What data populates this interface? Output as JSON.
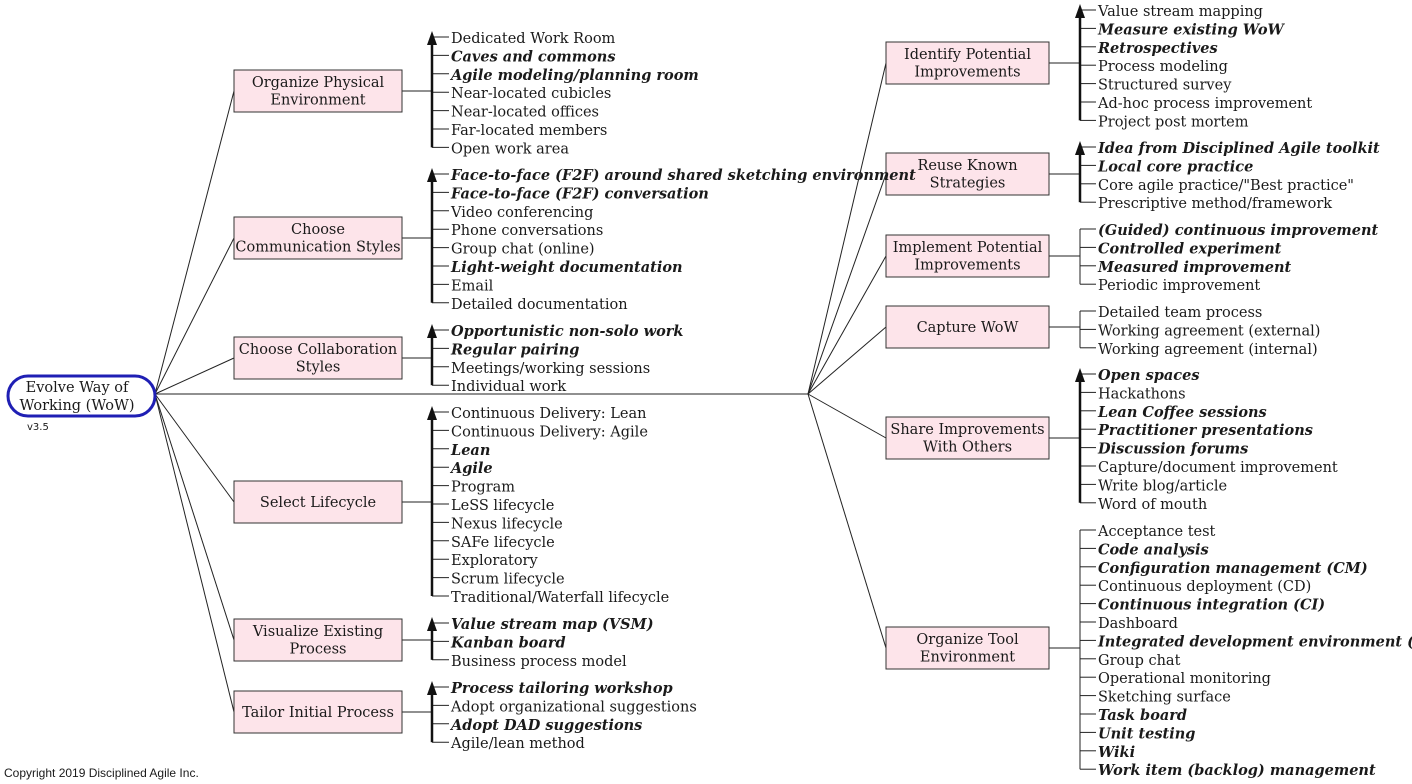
{
  "root": {
    "label_lines": [
      "Evolve Way of",
      "Working (WoW)"
    ],
    "version": "v3.5"
  },
  "copyright": "Copyright 2019 Disciplined Agile Inc.",
  "colors": {
    "box_fill": "#fde4ea",
    "root_border": "#1f1fb4"
  },
  "left_decisions": [
    {
      "lines": [
        "Organize Physical",
        "Environment"
      ],
      "arrow": true,
      "options": [
        {
          "text": "Dedicated Work Room",
          "bold": false
        },
        {
          "text": "Caves and commons",
          "bold": true
        },
        {
          "text": "Agile modeling/planning room",
          "bold": true
        },
        {
          "text": "Near-located cubicles",
          "bold": false
        },
        {
          "text": "Near-located offices",
          "bold": false
        },
        {
          "text": "Far-located members",
          "bold": false
        },
        {
          "text": "Open work area",
          "bold": false
        }
      ]
    },
    {
      "lines": [
        "Choose",
        "Communication Styles"
      ],
      "arrow": true,
      "options": [
        {
          "text": "Face-to-face (F2F) around shared sketching environment",
          "bold": true
        },
        {
          "text": "Face-to-face (F2F) conversation",
          "bold": true
        },
        {
          "text": "Video conferencing",
          "bold": false
        },
        {
          "text": "Phone conversations",
          "bold": false
        },
        {
          "text": "Group chat (online)",
          "bold": false
        },
        {
          "text": "Light-weight documentation",
          "bold": true
        },
        {
          "text": "Email",
          "bold": false
        },
        {
          "text": "Detailed documentation",
          "bold": false
        }
      ]
    },
    {
      "lines": [
        "Choose Collaboration",
        "Styles"
      ],
      "arrow": true,
      "options": [
        {
          "text": "Opportunistic non-solo work",
          "bold": true
        },
        {
          "text": "Regular pairing",
          "bold": true
        },
        {
          "text": "Meetings/working sessions",
          "bold": false
        },
        {
          "text": "Individual work",
          "bold": false
        }
      ]
    },
    {
      "lines": [
        "Select Lifecycle"
      ],
      "arrow": true,
      "options": [
        {
          "text": "Continuous Delivery: Lean",
          "bold": false
        },
        {
          "text": "Continuous Delivery: Agile",
          "bold": false
        },
        {
          "text": "Lean",
          "bold": true
        },
        {
          "text": "Agile",
          "bold": true
        },
        {
          "text": "Program",
          "bold": false
        },
        {
          "text": "LeSS lifecycle",
          "bold": false
        },
        {
          "text": "Nexus lifecycle",
          "bold": false
        },
        {
          "text": "SAFe lifecycle",
          "bold": false
        },
        {
          "text": "Exploratory",
          "bold": false
        },
        {
          "text": "Scrum lifecycle",
          "bold": false
        },
        {
          "text": "Traditional/Waterfall lifecycle",
          "bold": false
        }
      ]
    },
    {
      "lines": [
        "Visualize Existing",
        "Process"
      ],
      "arrow": true,
      "options": [
        {
          "text": "Value stream map (VSM)",
          "bold": true
        },
        {
          "text": "Kanban board",
          "bold": true
        },
        {
          "text": "Business process model",
          "bold": false
        }
      ]
    },
    {
      "lines": [
        "Tailor Initial Process"
      ],
      "arrow": true,
      "options": [
        {
          "text": "Process tailoring workshop",
          "bold": true
        },
        {
          "text": "Adopt organizational suggestions",
          "bold": false
        },
        {
          "text": "Adopt DAD suggestions",
          "bold": true
        },
        {
          "text": "Agile/lean method",
          "bold": false
        }
      ]
    }
  ],
  "right_decisions": [
    {
      "lines": [
        "Identify Potential",
        "Improvements"
      ],
      "arrow": true,
      "options": [
        {
          "text": "Value stream mapping",
          "bold": false
        },
        {
          "text": "Measure existing WoW",
          "bold": true
        },
        {
          "text": "Retrospectives",
          "bold": true
        },
        {
          "text": "Process modeling",
          "bold": false
        },
        {
          "text": "Structured survey",
          "bold": false
        },
        {
          "text": "Ad-hoc process improvement",
          "bold": false
        },
        {
          "text": "Project post mortem",
          "bold": false
        }
      ]
    },
    {
      "lines": [
        "Reuse Known",
        "Strategies"
      ],
      "arrow": true,
      "options": [
        {
          "text": "Idea from Disciplined Agile toolkit",
          "bold": true
        },
        {
          "text": "Local core practice",
          "bold": true
        },
        {
          "text": "Core agile practice/\"Best practice\"",
          "bold": false
        },
        {
          "text": "Prescriptive method/framework",
          "bold": false
        }
      ]
    },
    {
      "lines": [
        "Implement Potential",
        "Improvements"
      ],
      "arrow": false,
      "options": [
        {
          "text": "(Guided) continuous improvement",
          "bold": true
        },
        {
          "text": "Controlled experiment",
          "bold": true
        },
        {
          "text": "Measured improvement",
          "bold": true
        },
        {
          "text": "Periodic improvement",
          "bold": false
        }
      ]
    },
    {
      "lines": [
        "Capture WoW"
      ],
      "arrow": false,
      "options": [
        {
          "text": "Detailed team process",
          "bold": false
        },
        {
          "text": "Working agreement (external)",
          "bold": false
        },
        {
          "text": "Working agreement (internal)",
          "bold": false
        }
      ]
    },
    {
      "lines": [
        "Share Improvements",
        "With Others"
      ],
      "arrow": true,
      "options": [
        {
          "text": "Open spaces",
          "bold": true
        },
        {
          "text": "Hackathons",
          "bold": false
        },
        {
          "text": "Lean Coffee sessions",
          "bold": true
        },
        {
          "text": "Practitioner presentations",
          "bold": true
        },
        {
          "text": "Discussion forums",
          "bold": true
        },
        {
          "text": "Capture/document improvement",
          "bold": false
        },
        {
          "text": "Write blog/article",
          "bold": false
        },
        {
          "text": "Word of mouth",
          "bold": false
        }
      ]
    },
    {
      "lines": [
        "Organize Tool",
        "Environment"
      ],
      "arrow": false,
      "options": [
        {
          "text": "Acceptance test",
          "bold": false
        },
        {
          "text": "Code analysis",
          "bold": true
        },
        {
          "text": "Configuration management (CM)",
          "bold": true
        },
        {
          "text": "Continuous deployment (CD)",
          "bold": false
        },
        {
          "text": "Continuous integration (CI)",
          "bold": true
        },
        {
          "text": "Dashboard",
          "bold": false
        },
        {
          "text": "Integrated development environment (IDE)",
          "bold": true
        },
        {
          "text": "Group chat",
          "bold": false
        },
        {
          "text": "Operational monitoring",
          "bold": false
        },
        {
          "text": "Sketching surface",
          "bold": false
        },
        {
          "text": "Task board",
          "bold": true
        },
        {
          "text": "Unit testing",
          "bold": true
        },
        {
          "text": "Wiki",
          "bold": true
        },
        {
          "text": "Work item (backlog) management",
          "bold": true
        }
      ]
    }
  ]
}
